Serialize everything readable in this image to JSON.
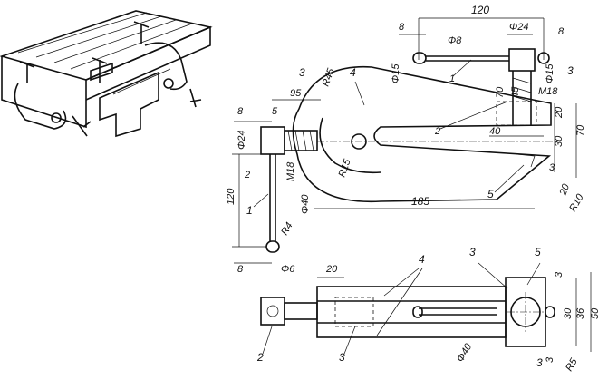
{
  "dimensions": {
    "top_total": "120",
    "top_left_8": "8",
    "top_phi8": "Φ8",
    "top_phi24": "Φ24",
    "top_right_8": "8",
    "right_phi15": "Φ15",
    "m18_right": "M18",
    "d70_vert": "70",
    "d45": "45",
    "d20_right": "20",
    "d40": "40",
    "d30": "30",
    "d70_right": "70",
    "d3_right": "3",
    "d20_low": "20",
    "r10": "R10",
    "d185": "185",
    "r45": "R45",
    "d95": "95",
    "d5": "5",
    "d8_left": "8",
    "phi15_top": "Φ15",
    "phi24_left": "Φ24",
    "m18_left": "M18",
    "phi40_left": "Φ40",
    "r15": "R15",
    "d120_left": "120",
    "r4": "R4",
    "d8_bottom": "8",
    "phi6": "Φ6",
    "d20_bottom": "20",
    "d3_br_top": "3",
    "d30_br": "30",
    "d36_br": "36",
    "d50_br": "50",
    "phi40_bottom": "Φ40",
    "r5": "R5",
    "d3_br_bottom": "3"
  },
  "part_labels": {
    "p1_top": "1",
    "p2_top": "2",
    "p3_top": "3",
    "p3_upper": "3",
    "p4_upper": "4",
    "p2_left": "2",
    "p1_left": "1",
    "p5_mid": "5",
    "p3_bottom_mid": "3",
    "p4_bottom": "4",
    "p3_bottom_right": "3",
    "p5_bottom": "5",
    "p2_bottom": "2",
    "p3_bottom_left": "3"
  }
}
